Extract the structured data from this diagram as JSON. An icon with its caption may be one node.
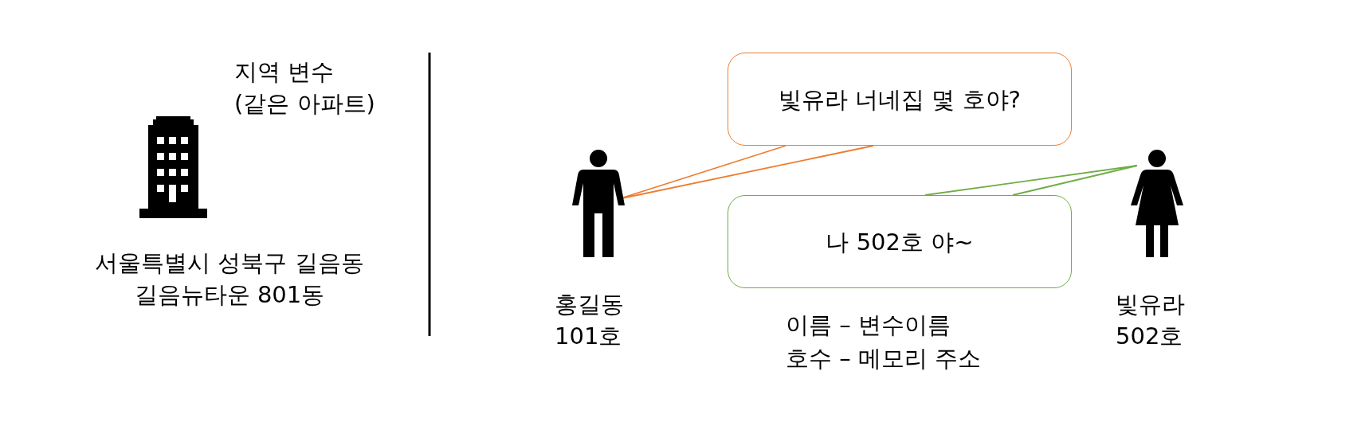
{
  "diagram": {
    "nodes": [
      {
        "text": [],
        "shape": "person",
        "beside": [
          "홍길동 101호"
        ]
      },
      {
        "text": [
          "빛유라 너네집 몇 호야?"
        ]
      },
      {
        "text": [
          "나 502호 야~"
        ]
      },
      {
        "text": [],
        "shape": "person",
        "beside": [
          "빛유라 502호"
        ]
      }
    ],
    "edges": [
      {
        "from": 1,
        "to": 0,
        "arrow": "none",
        "color": "#ed7d31"
      },
      {
        "from": 2,
        "to": 3,
        "arrow": "none",
        "color": "#70ad47"
      }
    ],
    "labels": [
      "지역 변수 (같은 아파트)",
      "서울특별시 성북구 길음동 길음뉴타운 801동",
      "이름 – 변수이름",
      "호수 – 메모리 주소"
    ]
  }
}
